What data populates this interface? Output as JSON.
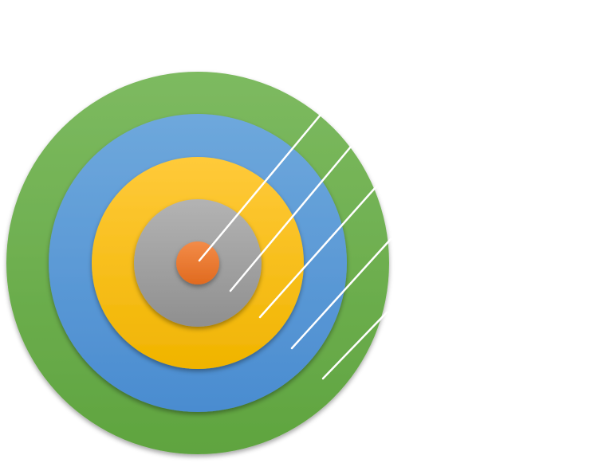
{
  "diagram": {
    "type": "concentric-target",
    "ring_count": 5,
    "rings": [
      {
        "position": "outer",
        "color": "#6aa84f"
      },
      {
        "position": "second",
        "color": "#5b9bd5"
      },
      {
        "position": "third",
        "color": "#ffc000"
      },
      {
        "position": "fourth",
        "color": "#a5a5a5"
      },
      {
        "position": "center",
        "color": "#ed7d31"
      }
    ],
    "leader_line_count": 5,
    "leader_line_color": "#ffffff",
    "labels": []
  },
  "colors": {
    "background": "#ffffff",
    "outer_ring": "#6aa84f",
    "second_ring": "#5b9bd5",
    "third_ring": "#ffc000",
    "fourth_ring": "#a5a5a5",
    "bullseye": "#ed7d31"
  }
}
